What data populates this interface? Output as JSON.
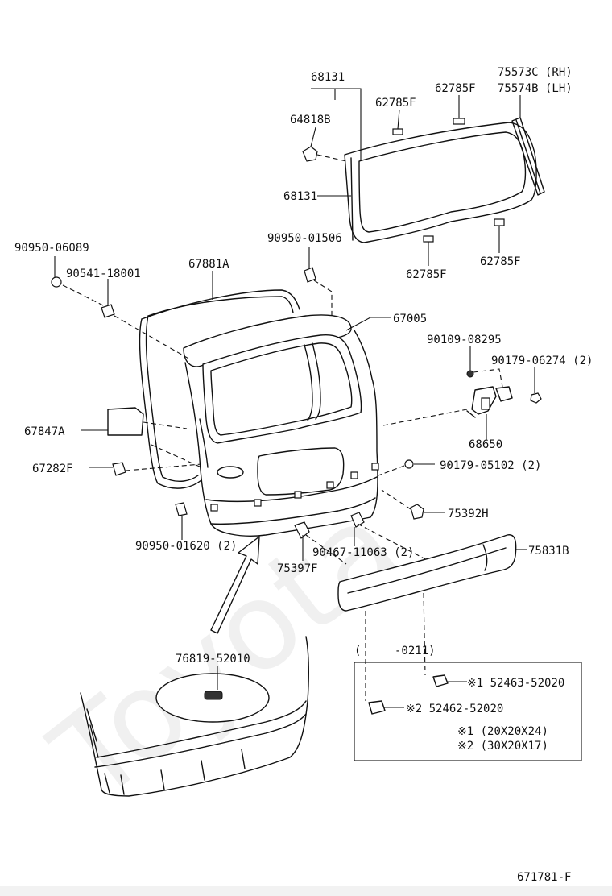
{
  "watermark": "Toyota",
  "drawing_number": "671781-F",
  "parts": {
    "p68131_top": "68131",
    "p64818B": "64818B",
    "p62785F_a": "62785F",
    "p62785F_b": "62785F",
    "p75573C": "75573C (RH)",
    "p75574B": "75574B (LH)",
    "p68131_mid": "68131",
    "p90950_06089": "90950-06089",
    "p90950_01506": "90950-01506",
    "p90541_18001": "90541-18001",
    "p67881A": "67881A",
    "p62785F_c": "62785F",
    "p62785F_d": "62785F",
    "p67005": "67005",
    "p90109_08295": "90109-08295",
    "p90179_06274": "90179-06274 (2)",
    "p67847A": "67847A",
    "p68650": "68650",
    "p67282F": "67282F",
    "p90179_05102": "90179-05102 (2)",
    "p75392H": "75392H",
    "p90950_01620": "90950-01620 (2)",
    "p90467_11063": "90467-11063 (2)",
    "p75831B": "75831B",
    "p75397F": "75397F",
    "p76819_52010": "76819-52010"
  },
  "note_box": {
    "range_open": "(",
    "range_close": "-0211)",
    "item1": "※1 52463-52020",
    "item2": "※2 52462-52020",
    "size1": "※1  (20X20X24)",
    "size2": "※2  (30X20X17)"
  }
}
